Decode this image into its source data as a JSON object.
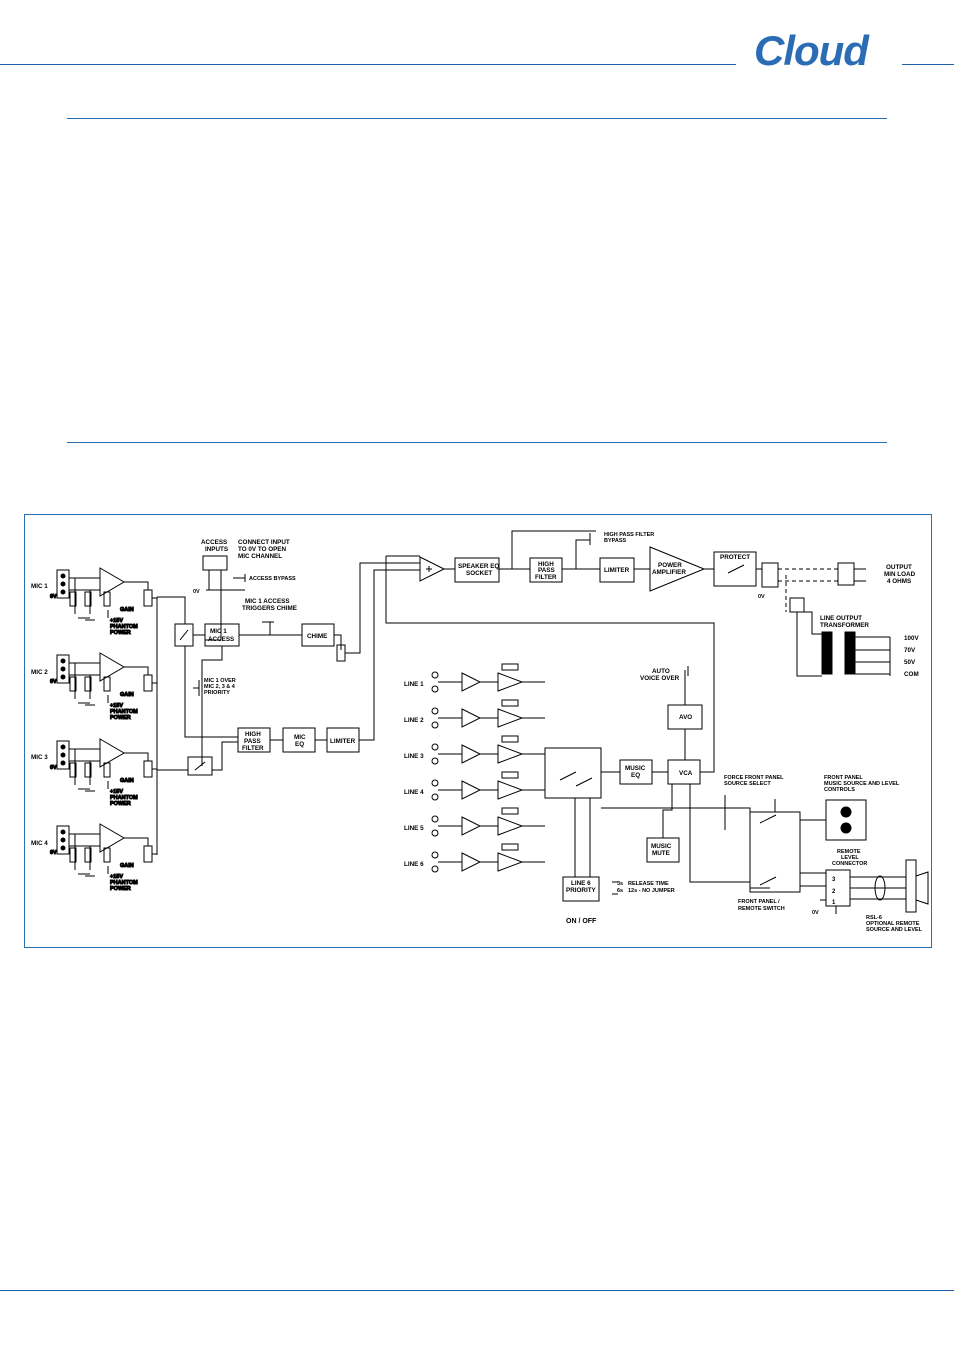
{
  "brand": {
    "logo_text": "Cloud",
    "color": "#2a6db5"
  },
  "diagram": {
    "mics": [
      "MIC 1",
      "MIC 2",
      "MIC 3",
      "MIC 4"
    ],
    "zero_v": "0V",
    "gain": "GAIN",
    "phantom": [
      "+15V",
      "PHANTOM",
      "POWER"
    ],
    "access_inputs": [
      "ACCESS",
      "INPUTS"
    ],
    "connect_input": [
      "CONNECT INPUT",
      "TO 0V TO OPEN",
      "MIC CHANNEL"
    ],
    "access_bypass": "ACCESS BYPASS",
    "mic1_access_triggers": [
      "MIC 1 ACCESS",
      "TRIGGERS CHIME"
    ],
    "mic1_access": [
      "MIC 1",
      "ACCESS"
    ],
    "chime": "CHIME",
    "mic1_over": [
      "MIC 1 OVER",
      "MIC 2, 3 & 4",
      "PRIORITY"
    ],
    "high_pass_filter": [
      "HIGH",
      "PASS",
      "FILTER"
    ],
    "mic_eq": [
      "MIC",
      "EQ"
    ],
    "limiter": "LIMITER",
    "speaker_eq": [
      "SPEAKER EQ",
      "SOCKET"
    ],
    "hpf_bypass": [
      "HIGH PASS FILTER",
      "BYPASS"
    ],
    "power_amp": [
      "POWER",
      "AMPLIFIER"
    ],
    "protect": "PROTECT",
    "output": [
      "OUTPUT",
      "MIN LOAD",
      "4 OHMS"
    ],
    "line_output_transformer": [
      "LINE OUTPUT",
      "TRANSFORMER"
    ],
    "taps": [
      "100V",
      "70V",
      "50V",
      "COM"
    ],
    "lines": [
      "LINE 1",
      "LINE 2",
      "LINE 3",
      "LINE 4",
      "LINE 5",
      "LINE 6"
    ],
    "auto_voice_over": [
      "AUTO",
      "VOICE OVER"
    ],
    "avo": "AVO",
    "music_eq": [
      "MUSIC",
      "EQ"
    ],
    "vca": "VCA",
    "music_mute": [
      "MUSIC",
      "MUTE"
    ],
    "line6_priority": [
      "LINE 6",
      "PRIORITY"
    ],
    "release_time": [
      "3s",
      "RELEASE TIME",
      "12s - NO JUMPER",
      "6s"
    ],
    "on_off": "ON / OFF",
    "force_front_panel": [
      "FORCE FRONT PANEL",
      "SOURCE SELECT"
    ],
    "front_panel_controls": [
      "FRONT PANEL",
      "MUSIC SOURCE AND LEVEL",
      "CONTROLS"
    ],
    "remote_level_connector": [
      "REMOTE",
      "LEVEL",
      "CONNECTOR"
    ],
    "front_panel_remote_switch": [
      "FRONT PANEL /",
      "REMOTE SWITCH"
    ],
    "rsl6": [
      "RSL-6",
      "OPTIONAL REMOTE",
      "SOURCE AND LEVEL"
    ],
    "pins": [
      "3",
      "2",
      "1"
    ]
  }
}
